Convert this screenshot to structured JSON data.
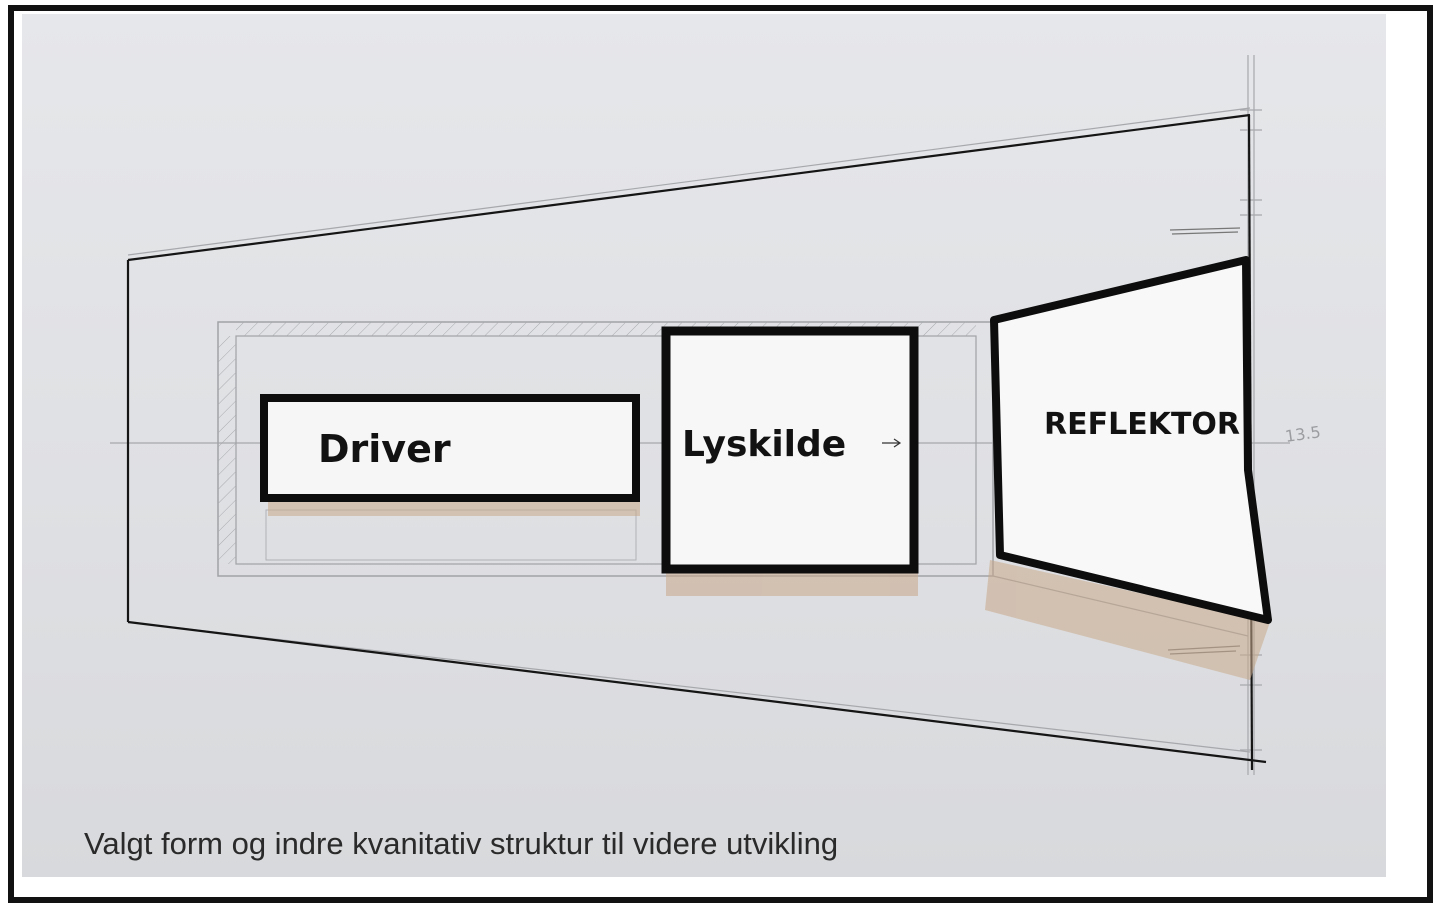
{
  "diagram": {
    "components": {
      "driver": "Driver",
      "lyskilde": "Lyskilde",
      "reflektor": "REFLEKTOR"
    },
    "dimension_note": "13.5"
  },
  "caption": "Valgt form og indre kvanitativ struktur til videre utvikling"
}
